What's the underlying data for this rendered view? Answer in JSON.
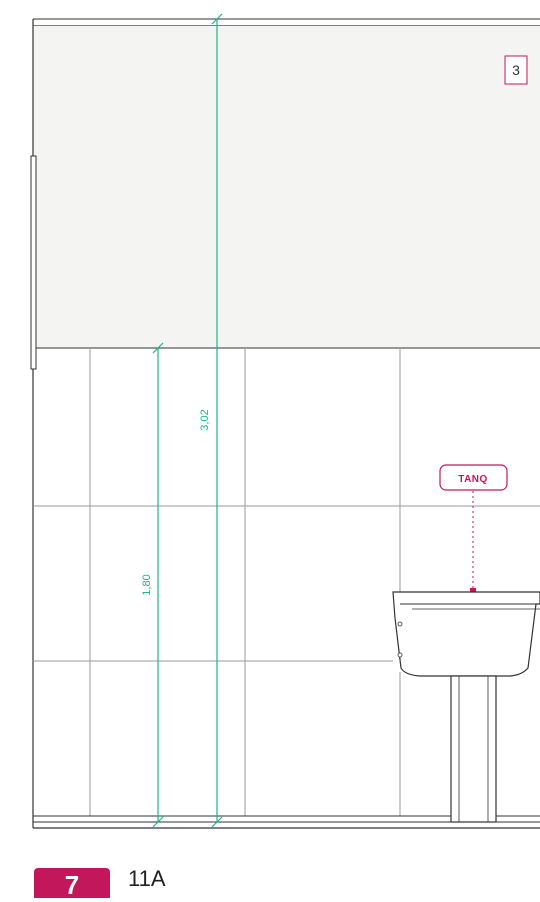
{
  "elevation": {
    "room_number": "3",
    "tag_label": "TANQ",
    "dimensions": {
      "total_height": "3,02",
      "tile_height": "1,80"
    }
  },
  "footer": {
    "badge": "7",
    "sheet_label": "11A"
  },
  "colors": {
    "dimension": "#1bb58c",
    "accent": "#c2185b",
    "upper_wall_fill": "#f4f4f2",
    "line": "#333333",
    "grid": "#9a9a9a"
  }
}
